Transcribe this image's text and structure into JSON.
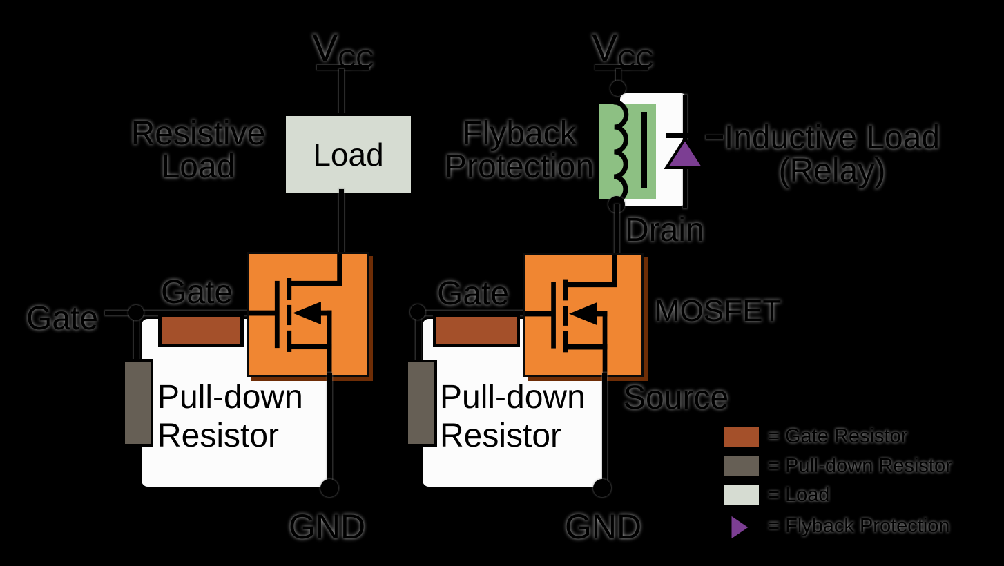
{
  "diagram_title": "MOSFET load driving circuits",
  "colors": {
    "bg": "#000000",
    "panel": "#FCFCFC",
    "mosfet_body": "#F08632",
    "mosfet_shadow": "#6E2D06",
    "gate_resistor": "#A4502A",
    "pulldown_resistor": "#665F55",
    "load": "#D6DCD2",
    "relay_coil_bg": "#8DC083",
    "diode": "#7C3E93",
    "wire": "#000000"
  },
  "circuit_left": {
    "title_line1": "Resistive",
    "title_line2": "Load",
    "vcc_main": "V",
    "vcc_sub": "CC",
    "load_label": "Load",
    "gate_input_label": "Gate",
    "gate_resistor_label": "Gate",
    "pulldown_line1": "Pull-down",
    "pulldown_line2": "Resistor",
    "gnd_label": "GND"
  },
  "circuit_right": {
    "title_line1": "Inductive Load",
    "title_line2": "(Relay)",
    "flyback_line1": "Flyback",
    "flyback_line2": "Protection",
    "vcc_main": "V",
    "vcc_sub": "CC",
    "drain_label": "Drain",
    "gate_label": "Gate",
    "mosfet_label": "MOSFET",
    "source_label": "Source",
    "pulldown_line1": "Pull-down",
    "pulldown_line2": "Resistor",
    "gnd_label": "GND"
  },
  "legend": {
    "items": [
      {
        "label": "= Gate Resistor",
        "type": "swatch",
        "color": "#A4502A"
      },
      {
        "label": "= Pull-down Resistor",
        "type": "swatch",
        "color": "#665F55"
      },
      {
        "label": "= Load",
        "type": "swatch",
        "color": "#D6DCD2"
      },
      {
        "label": "= Flyback Protection",
        "type": "diode-symbol",
        "color": "#7C3E93"
      }
    ]
  }
}
